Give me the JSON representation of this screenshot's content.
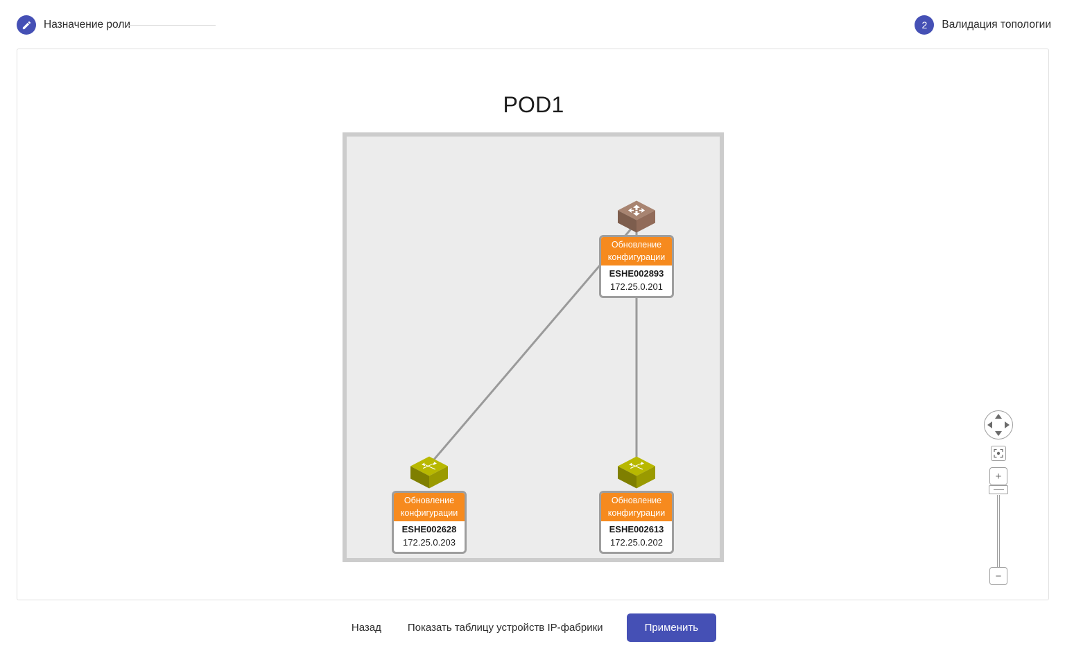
{
  "stepper": {
    "steps": [
      {
        "id": "role-assignment",
        "icon": "pencil-icon",
        "marker": "",
        "label": "Назначение роли",
        "state": "completed"
      },
      {
        "id": "topology-validation",
        "icon": "number",
        "marker": "2",
        "label": "Валидация топологии",
        "state": "active"
      }
    ]
  },
  "topology": {
    "pod_title": "POD1",
    "nodes": [
      {
        "id": "spine-1",
        "role": "spine",
        "icon": "router-icon",
        "icon_color": "#9c7b68",
        "status": "Обновление конфигурации",
        "name": "ESHE002893",
        "ip": "172.25.0.201"
      },
      {
        "id": "leaf-1",
        "role": "leaf",
        "icon": "switch-icon",
        "icon_color": "#a8a800",
        "status": "Обновление конфигурации",
        "name": "ESHE002628",
        "ip": "172.25.0.203"
      },
      {
        "id": "leaf-2",
        "role": "leaf",
        "icon": "switch-icon",
        "icon_color": "#a8a800",
        "status": "Обновление конфигурации",
        "name": "ESHE002613",
        "ip": "172.25.0.202"
      }
    ],
    "links": [
      {
        "from": "spine-1",
        "to": "leaf-1"
      },
      {
        "from": "spine-1",
        "to": "leaf-2"
      }
    ],
    "colors": {
      "status_badge": "#f68a1e",
      "pod_fill": "#ececec",
      "pod_border": "#cccccc",
      "link": "#9a9a9a",
      "accent": "#4550b5"
    }
  },
  "viewport_controls": {
    "pan": "pan-wheel-icon",
    "fit": "fit-to-screen-icon",
    "zoom_in": "+",
    "zoom_out": "−"
  },
  "footer": {
    "back_label": "Назад",
    "table_label": "Показать таблицу устройств IP-фабрики",
    "apply_label": "Применить"
  }
}
